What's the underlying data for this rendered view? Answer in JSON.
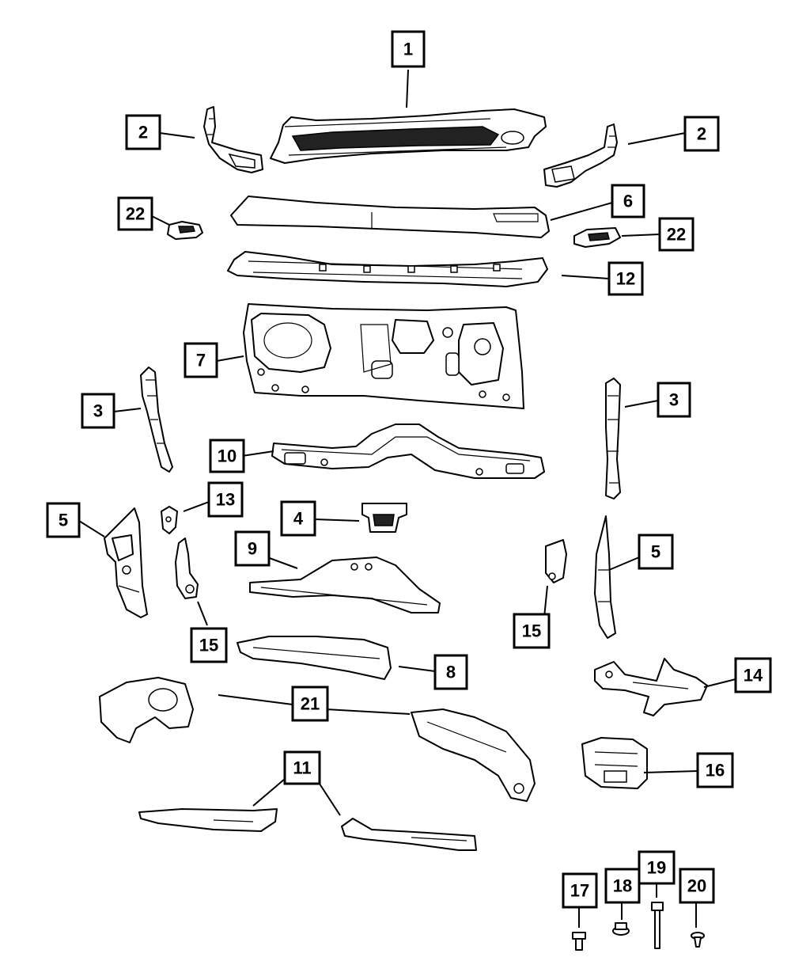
{
  "diagram": {
    "callouts": {
      "c1": "1",
      "c2_left": "2",
      "c2_right": "2",
      "c3_left": "3",
      "c3_right": "3",
      "c4": "4",
      "c5_left": "5",
      "c5_right": "5",
      "c6": "6",
      "c7": "7",
      "c8": "8",
      "c9": "9",
      "c10": "10",
      "c11": "11",
      "c12": "12",
      "c13": "13",
      "c14": "14",
      "c15_left": "15",
      "c15_right": "15",
      "c16": "16",
      "c17": "17",
      "c18": "18",
      "c19": "19",
      "c20": "20",
      "c21": "21",
      "c22_left": "22",
      "c22_right": "22"
    }
  }
}
